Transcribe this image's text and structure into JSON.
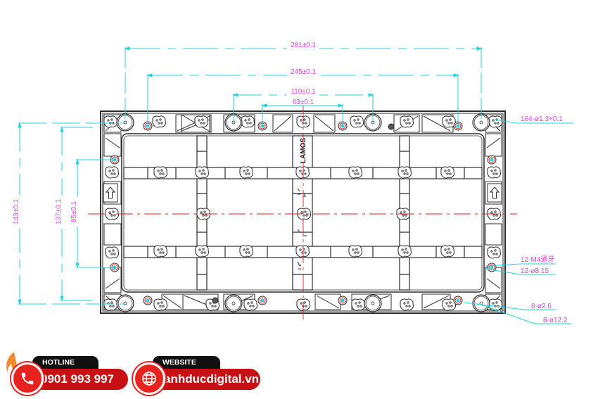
{
  "drawing": {
    "title": "LED module cabinet mechanical drawing",
    "colors": {
      "outline": "#2b2b2b",
      "dimension": "#22d3e0",
      "label": "#e040e0",
      "centerline": "#e02020"
    },
    "horizontal_dimensions": [
      {
        "label": "281±0.1"
      },
      {
        "label": "245±0.1"
      },
      {
        "label": "110±0.1"
      },
      {
        "label": "63±0.1"
      }
    ],
    "vertical_dimensions": [
      {
        "label": "143±0.1"
      },
      {
        "label": "137±0.1"
      },
      {
        "label": "85±0.1"
      }
    ],
    "callouts": [
      {
        "label": "164-ø1.3+0.1"
      },
      {
        "label": "12-M4通牙"
      },
      {
        "label": "12-ø8.15"
      },
      {
        "label": "8-ø2.6"
      },
      {
        "label": "8-ø12.2"
      }
    ],
    "center_logo_text": "LAMOS"
  },
  "footer": {
    "hotline": {
      "tab_label": "HOTLINE",
      "value": "0901 993 997",
      "icon": "phone-icon"
    },
    "website": {
      "tab_label": "WEBSITE",
      "value": "anhducdigital.vn",
      "icon": "globe-icon"
    },
    "accent_color": "#c80f14",
    "tab_color": "#111111"
  }
}
